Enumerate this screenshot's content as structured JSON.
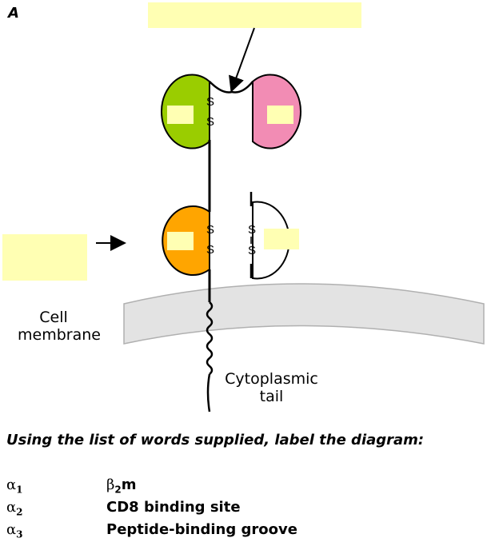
{
  "panel_letter": "A",
  "labels": {
    "cell_membrane_line1": "Cell",
    "cell_membrane_line2": "membrane",
    "cytoplasmic_line1": "Cytoplasmic",
    "cytoplasmic_line2": "tail"
  },
  "disulfide_letter": "S",
  "instruction": "Using the list of words supplied, label the diagram:",
  "word_list": [
    {
      "symbol": "α",
      "subscript": "1",
      "word_prefix": "β",
      "word_sub": "2",
      "word_suffix": "m"
    },
    {
      "symbol": "α",
      "subscript": "2",
      "word": "CD8 binding site"
    },
    {
      "symbol": "α",
      "subscript": "3",
      "word": "Peptide-binding groove"
    }
  ],
  "colors": {
    "domain_green": "#9acd00",
    "domain_pink": "#f28cb4",
    "domain_orange": "#ffa500",
    "domain_white": "#ffffff",
    "label_box": "#ffffb3",
    "membrane": "#e3e3e3"
  }
}
